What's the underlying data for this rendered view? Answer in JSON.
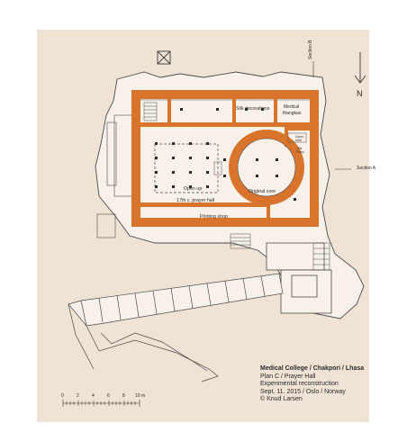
{
  "labels": {
    "section_b": "Section B",
    "section_a": "Section A",
    "north": "N",
    "silk": "Silk decorations",
    "medical_l1": "Medical",
    "medical_l2": "thangkas",
    "open_stuff_l1": "Open",
    "open_stuff_l2": "stuff",
    "small_room_l1": "Mik",
    "small_room_l2": "Turpu",
    "open_up": "Open up",
    "original_core": "Original core",
    "prayer_hall": "17th c. prayer hall",
    "printing_shop": "Printing shop"
  },
  "title_block": {
    "title": "Medical College / Chakpori / Lhasa",
    "plan": "Plan C / Prayer Hall",
    "subtitle": "Experimental reconstruction",
    "date": "Sept. 11. 2015 / Oslo / Norway",
    "author": "© Knud Larsen"
  },
  "scale": {
    "ticks": [
      "0",
      "2",
      "4",
      "6",
      "8",
      "10 m"
    ]
  },
  "colors": {
    "background": "#efe3d6",
    "wall": "#d8742c",
    "line": "#3a3a3a"
  }
}
